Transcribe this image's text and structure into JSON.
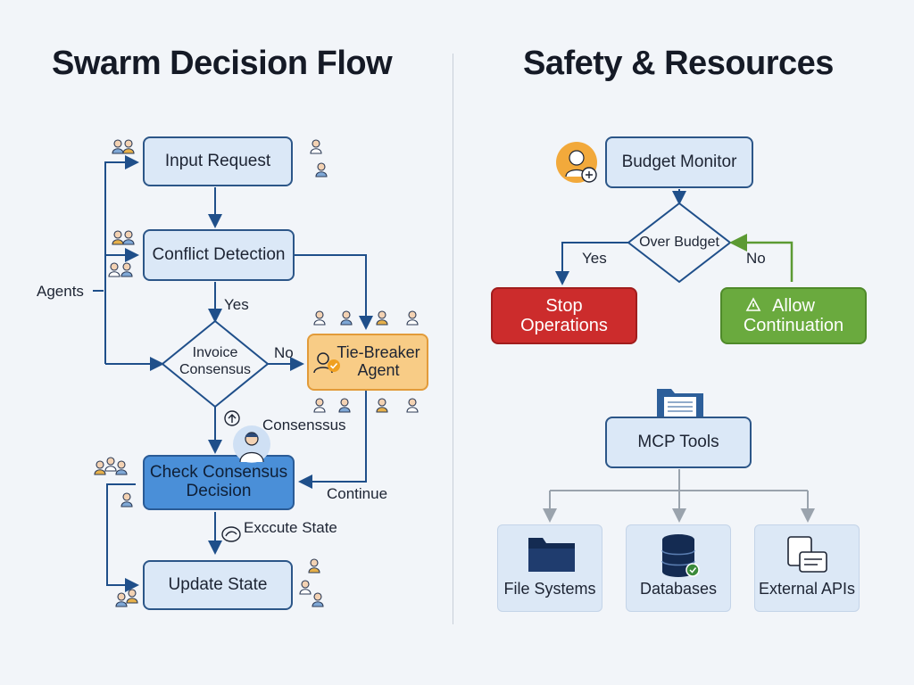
{
  "left_title": "Swarm Decision Flow",
  "right_title": "Safety & Resources",
  "left": {
    "input_request": "Input Request",
    "conflict_detection": "Conflict Detection",
    "invoke_consensus": "Invoice\nConsensus",
    "tie_breaker": "Tie-Breaker\nAgent",
    "check_consensus": "Check Consensus\nDecision",
    "update_state": "Update State",
    "agents_label": "Agents",
    "yes_label": "Yes",
    "no_label": "No",
    "consensus_label": "Consenssus",
    "continue_label": "Continue",
    "execute_label": "Exccute State"
  },
  "right": {
    "budget_monitor": "Budget Monitor",
    "over_budget": "Over Budget",
    "yes_label": "Yes",
    "no_label": "No",
    "stop_operations": "Stop\nOperations",
    "allow_continuation": "Allow\nContinuation",
    "mcp_tools": "MCP Tools",
    "resources": [
      {
        "label": "File Systems",
        "icon": "folder-icon"
      },
      {
        "label": "Databases",
        "icon": "database-icon"
      },
      {
        "label": "External APIs",
        "icon": "api-documents-icon"
      }
    ]
  },
  "colors": {
    "arrow_blue": "#1f4f8a",
    "arrow_green": "#5c9a33",
    "arrow_gray": "#9aa3ad",
    "stop_red": "#cc2c2c",
    "allow_green": "#6aaa3e",
    "tie_breaker_orange": "#f8cc86"
  }
}
